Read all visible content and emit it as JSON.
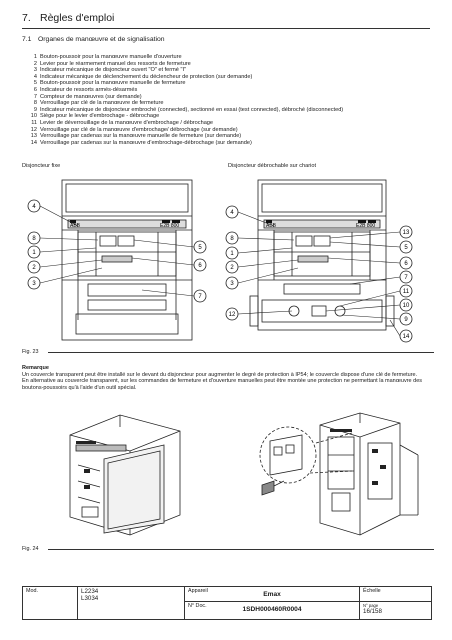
{
  "header": {
    "section_number": "7.",
    "section_title": "Règles d'emploi"
  },
  "subsection": {
    "number": "7.1",
    "title": "Organes de manœuvre et de signalisation"
  },
  "items": [
    {
      "n": "1",
      "text": "Bouton-poussoir pour la manœuvre manuelle d'ouverture"
    },
    {
      "n": "2",
      "text": "Levier pour le réarmement manuel des ressorts de fermeture"
    },
    {
      "n": "3",
      "text": "Indicateur mécanique de disjoncteur ouvert \"O\" et fermé \"I\""
    },
    {
      "n": "4",
      "text": "Indicateur mécanique de déclenchement du déclencheur de protection (sur demande)"
    },
    {
      "n": "5",
      "text": "Bouton-poussoir pour la manœuvre manuelle de fermeture"
    },
    {
      "n": "6",
      "text": "Indicateur de ressorts armés-désarmés"
    },
    {
      "n": "7",
      "text": "Compteur de manœuvres (sur demande)"
    },
    {
      "n": "8",
      "text": "Verrouillage par clé de la manœuvre de fermeture"
    },
    {
      "n": "9",
      "text": "Indicateur mécanique de disjoncteur embroché (connected), sectionné en essai (test connected), débroché (disconnected)"
    },
    {
      "n": "10",
      "text": "Siège pour le levier d'embrochage - débrochage"
    },
    {
      "n": "11",
      "text": "Levier de déverrouillage de la manœuvre d'embrochage / débrochage"
    },
    {
      "n": "12",
      "text": "Verrouillage par clé de la manœuvre d'embrochage/ débrochage (sur demande)"
    },
    {
      "n": "13",
      "text": "Verrouillage par cadenas sur la manœuvre manuelle de fermeture (sur demande)"
    },
    {
      "n": "14",
      "text": "Verrouillage par cadenas sur la manœuvre d'embrochage-débrochage (sur demande)"
    }
  ],
  "figure23": {
    "left_caption": "Disjoncteur fixe",
    "right_caption": "Disjoncteur débrochable sur chariot",
    "label": "Fig. 23",
    "left_callouts": [
      "4",
      "8",
      "1",
      "2",
      "3",
      "5",
      "6",
      "7"
    ],
    "right_callouts": [
      "4",
      "8",
      "1",
      "2",
      "3",
      "12",
      "13",
      "5",
      "6",
      "7",
      "11",
      "10",
      "9",
      "14"
    ],
    "panel_text": {
      "brand": "ABB",
      "model": "E2B 800"
    }
  },
  "remark": {
    "heading": "Remarque",
    "p1": "Un couvercle transparent peut être installé sur le devant du disjoncteur pour augmenter le degré de protection à IP54; le couvercle dispose d'une clé de fermeture.",
    "p2": "En alternative au couvercle transparent, sur les commandes de fermeture et d'ouverture manuelles peut être montée une protection ne permettant la manœuvre des boutons-poussoirs qu'à l'aide d'un outil spécial."
  },
  "figure24": {
    "label": "Fig. 24"
  },
  "footer": {
    "mod_label": "Mod.",
    "mod_values": [
      "L2234",
      "L3034"
    ],
    "appareil_label": "Appareil",
    "appareil_value": "Emax",
    "ndoc_label": "N° Doc.",
    "ndoc_value": "1SDH000460R0004",
    "echelle_label": "Échelle",
    "page_label": "N° page",
    "page_value": "16/158"
  }
}
